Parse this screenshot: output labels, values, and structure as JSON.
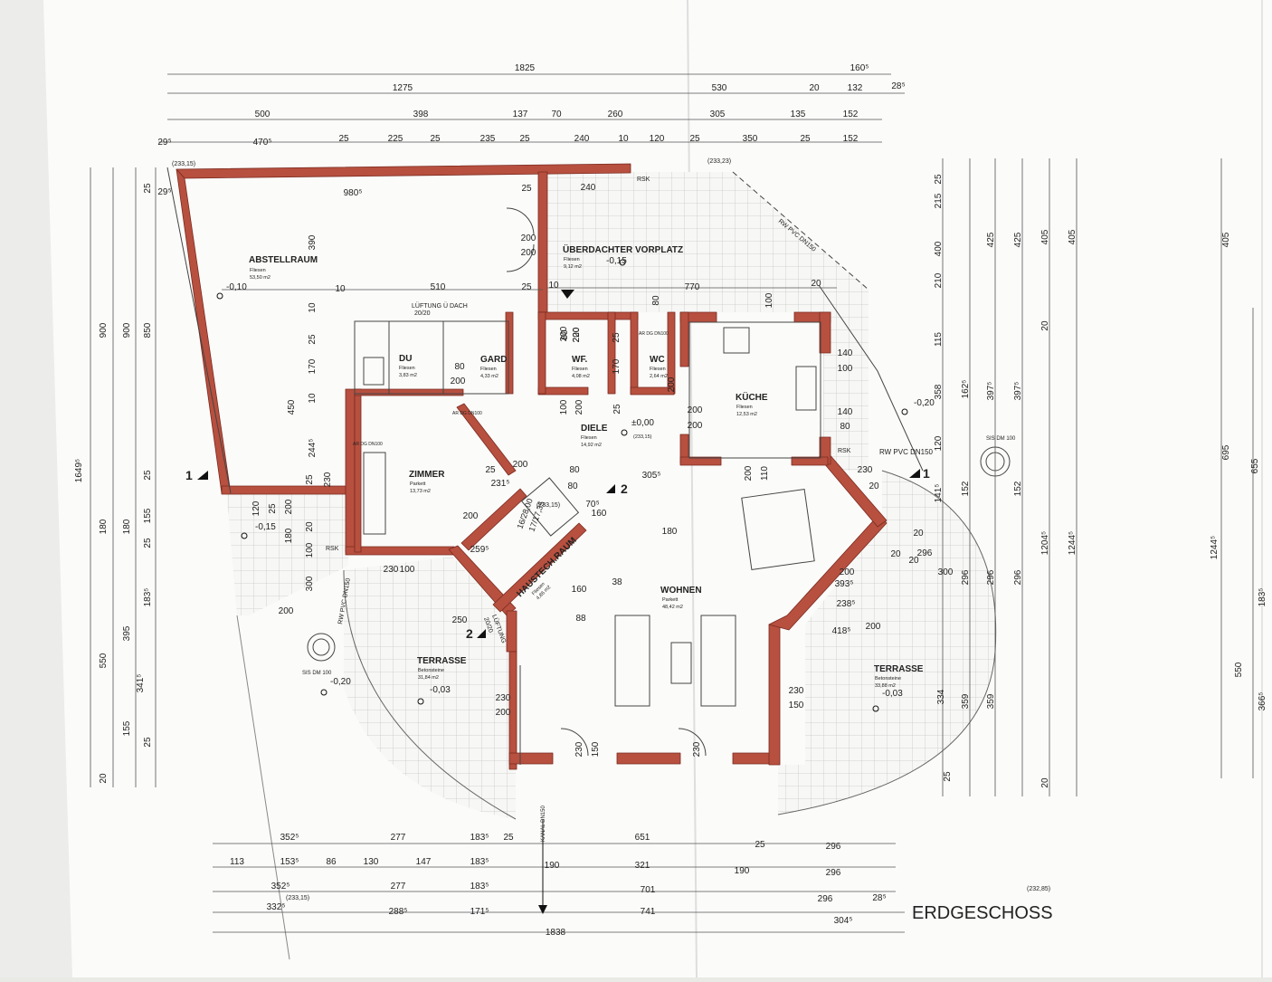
{
  "title": "ERDGESCHOSS",
  "colors": {
    "wall": "#b7503f",
    "wall_edge": "#7a2a20",
    "paper": "#fbfbf9",
    "tile": "#c9c9c9",
    "line": "#444444"
  },
  "top_dims": {
    "row1": [
      "1825",
      "160⁵"
    ],
    "row2": [
      "1275",
      "530",
      "20",
      "132",
      "28⁵"
    ],
    "row3": [
      "500",
      "398",
      "137",
      "70",
      "260",
      "305",
      "135",
      "152"
    ],
    "row4": [
      "29⁵",
      "470⁵",
      "25",
      "225",
      "25",
      "235",
      "25",
      "240",
      "10",
      "120",
      "25",
      "350",
      "25",
      "152"
    ]
  },
  "bottom_dims": {
    "row1": [
      "352⁵",
      "277",
      "183⁵",
      "25",
      "651",
      "25",
      "296"
    ],
    "row2": [
      "113",
      "153⁵",
      "86",
      "130",
      "147",
      "183⁵",
      "190",
      "321",
      "190",
      "296"
    ],
    "row3": [
      "352⁵",
      "277",
      "183⁵",
      "701",
      "296",
      "28⁵"
    ],
    "row4": [
      "332⁵",
      "288⁵",
      "171⁵",
      "741",
      "304⁵"
    ],
    "total": "1838"
  },
  "left_dims": [
    "1649⁵",
    "900",
    "900",
    "850",
    "180",
    "180",
    "155",
    "25",
    "550",
    "395",
    "183⁵",
    "341⁵",
    "155",
    "25",
    "20",
    "25",
    "25",
    "29⁵"
  ],
  "right_dims": [
    "25",
    "215",
    "400",
    "210",
    "115",
    "425",
    "425",
    "405",
    "405",
    "20",
    "162⁵",
    "397⁵",
    "397⁵",
    "358",
    "120",
    "141⁵",
    "152",
    "152",
    "1204⁵",
    "1244⁵",
    "695",
    "655",
    "405",
    "1244⁵",
    "296",
    "296",
    "296",
    "359",
    "359",
    "334",
    "25",
    "20",
    "550",
    "183⁵",
    "366⁵"
  ],
  "inner_dims": [
    "980⁵",
    "25",
    "240",
    "200",
    "200",
    "25",
    "510",
    "10",
    "10",
    "770",
    "20",
    "390",
    "450",
    "10",
    "25",
    "170",
    "10",
    "244⁵",
    "80",
    "200",
    "80",
    "200",
    "220",
    "200",
    "170",
    "25",
    "80",
    "200",
    "100",
    "200",
    "25",
    "100",
    "140",
    "100",
    "140",
    "80",
    "200",
    "200",
    "200",
    "110",
    "80",
    "80",
    "70⁵",
    "200",
    "25",
    "231⁵",
    "200",
    "160",
    "305⁵",
    "180",
    "230",
    "20",
    "20",
    "20",
    "20",
    "296",
    "300",
    "200",
    "393⁵",
    "238⁵",
    "418⁵",
    "200",
    "230",
    "100",
    "120",
    "25",
    "200",
    "180",
    "20",
    "100",
    "300",
    "200",
    "230",
    "25",
    "259⁵",
    "250",
    "230",
    "200",
    "88",
    "38",
    "160",
    "230",
    "150",
    "230",
    "150",
    "230"
  ],
  "levels": {
    "tl": "(233,15)",
    "tr": "(233,23)",
    "dl": "(233,15)",
    "br": "(232,85)",
    "bl": "(233,15)"
  },
  "rooms": [
    {
      "name": "ABSTELLRAUM",
      "floor": "Fliesen",
      "area": "53,50 m2",
      "level": "-0,10"
    },
    {
      "name": "ÜBERDACHTER VORPLATZ",
      "floor": "Fliesen",
      "area": "9,12 m2",
      "level": "-0,15"
    },
    {
      "name": "DU",
      "floor": "Fliesen",
      "area": "3,83 m2"
    },
    {
      "name": "GARD",
      "floor": "Fliesen",
      "area": "4,33 m2"
    },
    {
      "name": "WF.",
      "floor": "Fliesen",
      "area": "4,08 m2"
    },
    {
      "name": "WC",
      "floor": "Fliesen",
      "area": "2,64 m2"
    },
    {
      "name": "KÜCHE",
      "floor": "Fliesen",
      "area": "12,53 m2"
    },
    {
      "name": "DIELE",
      "floor": "Fliesen",
      "area": "14,92 m2",
      "level": "±0,00",
      "abs": "(233,15)"
    },
    {
      "name": "ZIMMER",
      "floor": "Parkett",
      "area": "13,73 m2"
    },
    {
      "name": "HAUSTECH.RAUM",
      "floor": "Fliesen",
      "area": "4,86 m2"
    },
    {
      "name": "WOHNEN",
      "floor": "Parkett",
      "area": "48,42 m2"
    },
    {
      "name": "TERRASSE",
      "floor": "Betonsteine",
      "area": "31,84 m2",
      "level": "-0,03"
    },
    {
      "name": "TERRASSE",
      "floor": "Betonsteine",
      "area": "33,88 m2",
      "level": "-0,03"
    }
  ],
  "misc_levels": [
    "-0,15",
    "-0,20",
    "-0,20"
  ],
  "labels": {
    "lueftung_dach": "LÜFTUNG Ü DACH",
    "lueftung_dach_size": "20/20",
    "lueftung": "LÜFTUNG",
    "lueftung_size": "20/20",
    "rw_pipe": "RW PVC DN150",
    "rsk": "RSK",
    "sis": "SIS DM 100",
    "ar": "AR DG DN100",
    "kanal": "KANAL DN150",
    "stair": "16/28,00",
    "stair2": "17/17,35",
    "section": "1",
    "section2": "2"
  }
}
